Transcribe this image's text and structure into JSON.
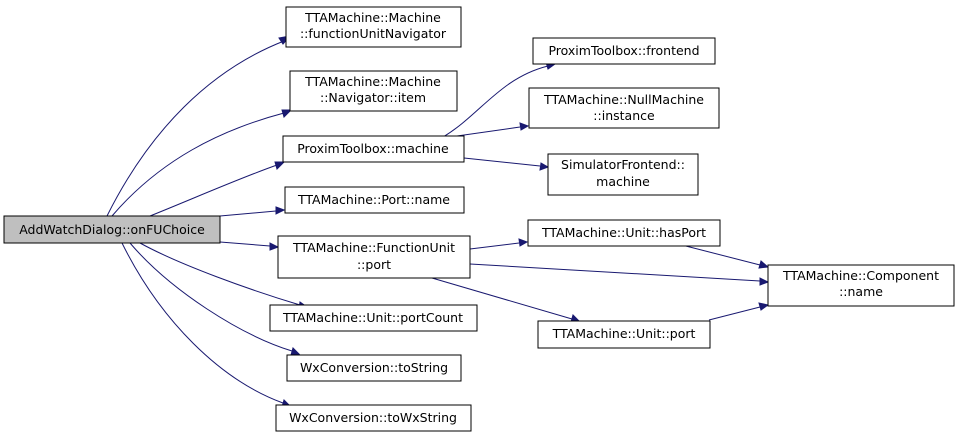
{
  "nodes": {
    "root": [
      "AddWatchDialog::onFUChoice"
    ],
    "fun_nav": [
      "TTAMachine::Machine",
      "::functionUnitNavigator"
    ],
    "nav_item": [
      "TTAMachine::Machine",
      "::Navigator::item"
    ],
    "prox_machine": [
      "ProximToolbox::machine"
    ],
    "port_name": [
      "TTAMachine::Port::name"
    ],
    "fu_port": [
      "TTAMachine::FunctionUnit",
      "::port"
    ],
    "port_count": [
      "TTAMachine::Unit::portCount"
    ],
    "to_string": [
      "WxConversion::toString"
    ],
    "to_wx": [
      "WxConversion::toWxString"
    ],
    "frontend": [
      "ProximToolbox::frontend"
    ],
    "null_machine": [
      "TTAMachine::NullMachine",
      "::instance"
    ],
    "sim_machine": [
      "SimulatorFrontend::",
      "machine"
    ],
    "has_port": [
      "TTAMachine::Unit::hasPort"
    ],
    "unit_port": [
      "TTAMachine::Unit::port"
    ],
    "comp_name": [
      "TTAMachine::Component",
      "::name"
    ]
  }
}
